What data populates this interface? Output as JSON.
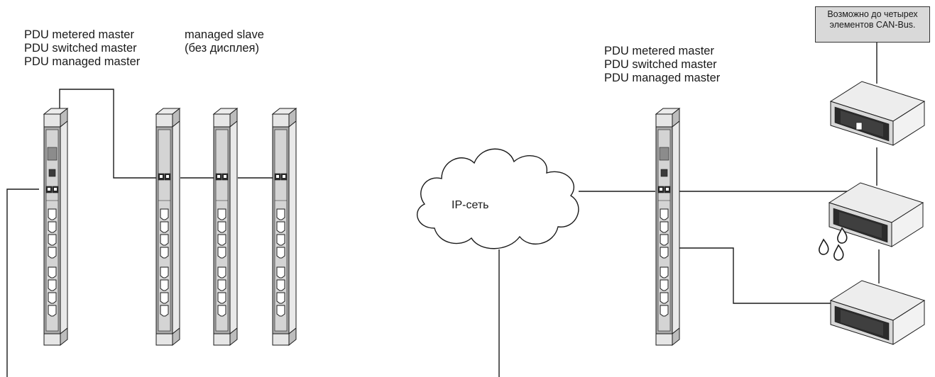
{
  "left_master_label": [
    "PDU metered master",
    "PDU switched master",
    "PDU managed master"
  ],
  "slave_label": [
    "managed slave",
    "(без дисплея)"
  ],
  "right_master_label": [
    "PDU metered master",
    "PDU switched master",
    "PDU managed master"
  ],
  "network_label": "IP-сеть",
  "can_note": [
    "Возможно до четырех",
    "элементов CAN-Bus."
  ],
  "colors": {
    "line": "#1a1a1a",
    "pdu_light": "#e6e6e6",
    "pdu_mid": "#cfcfcf",
    "pdu_dark": "#9a9a9a",
    "note_bg": "#d9d9d9"
  },
  "icons": [
    "pdu-strip-icon",
    "cloud-icon",
    "sensor-unit-icon",
    "water-drops-icon"
  ]
}
